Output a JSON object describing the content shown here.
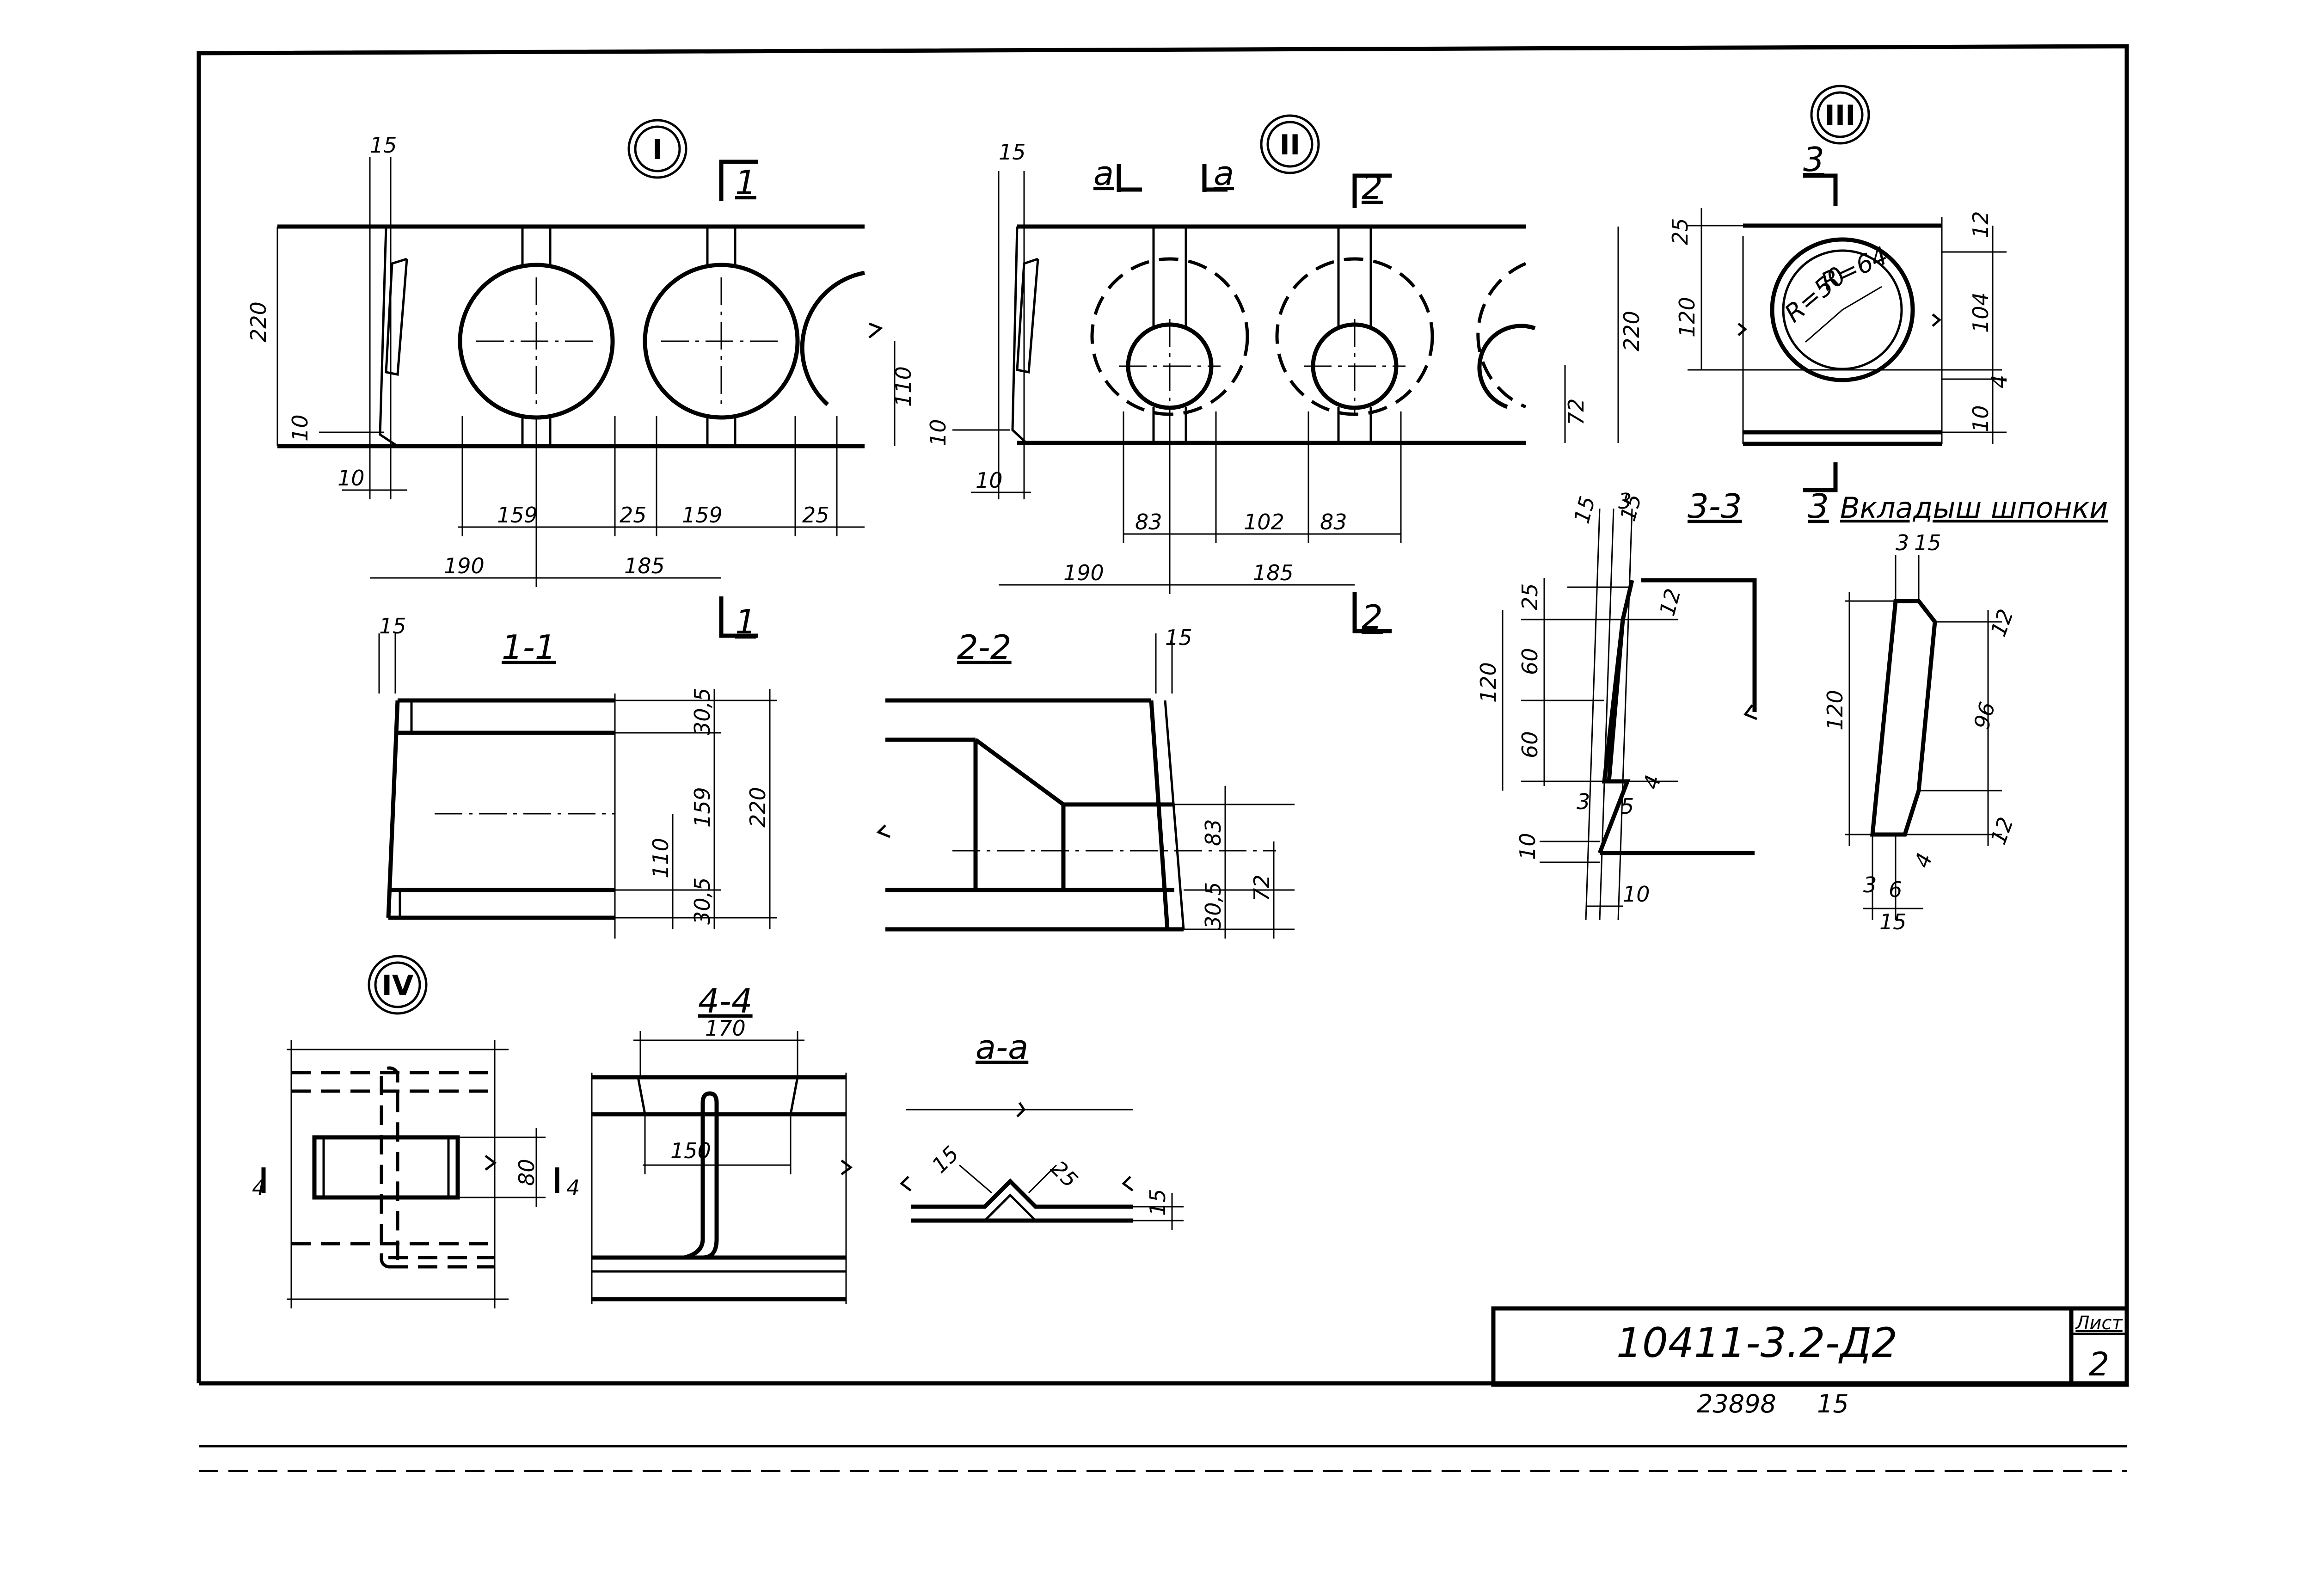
{
  "views": {
    "v1": {
      "mark": "I"
    },
    "v2": {
      "mark": "II"
    },
    "v3": {
      "mark": "III"
    },
    "v4": {
      "mark": "IV"
    }
  },
  "sections": {
    "s11": "1-1",
    "s22": "2-2",
    "s33": "3-3",
    "s44": "4-4",
    "saa": "a-a",
    "insert": "Вкладыш шпонки"
  },
  "cut_marks": {
    "c1": "1",
    "c2": "2",
    "c3": "3",
    "ca": "a"
  },
  "dims": {
    "v1": {
      "d15": "15",
      "d220": "220",
      "d10a": "10",
      "d10b": "10",
      "d159a": "159",
      "d25a": "25",
      "d159b": "159",
      "d25b": "25",
      "d190": "190",
      "d185": "185",
      "d110": "110"
    },
    "v2": {
      "d15": "15",
      "d10a": "10",
      "d10b": "10",
      "d83a": "83",
      "d102": "102",
      "d83b": "83",
      "d190": "190",
      "d185": "185",
      "d72": "72",
      "d220": "220"
    },
    "v3": {
      "d25": "25",
      "d120": "120",
      "d12": "12",
      "d104": "104",
      "d4": "4",
      "d10": "10",
      "r64": "R=64",
      "r50": "R=50"
    },
    "s11": {
      "d15": "15",
      "d305a": "30,5",
      "d159": "159",
      "d220": "220",
      "d110": "110",
      "d305b": "30,5"
    },
    "s22": {
      "d15": "15",
      "d83": "83",
      "d305": "30,5",
      "d72": "72"
    },
    "s33": {
      "d15a": "15",
      "d3": "3",
      "d15b": "15",
      "d25": "25",
      "d12": "12",
      "d120": "120",
      "d60a": "60",
      "d60b": "60",
      "d4": "4",
      "d3b": "3",
      "d5": "5",
      "d10a": "10",
      "d10b": "10"
    },
    "ins": {
      "d3": "3",
      "d15": "15",
      "d120": "120",
      "d12a": "12",
      "d96": "96",
      "d12b": "12",
      "d3b": "3",
      "d6": "6",
      "d4": "4",
      "d15b": "15"
    },
    "s44": {
      "d170": "170",
      "d150": "150"
    },
    "v4": {
      "d4a": "4",
      "d80": "80",
      "d4b": "4"
    },
    "saa": {
      "d15a": "15",
      "d25a": "25",
      "d15b": "15"
    }
  },
  "title_block": {
    "code": "10411-3.2-Д2",
    "sheet_label": "Лист",
    "sheet_no": "2",
    "inventory": "23898",
    "copy": "15"
  }
}
